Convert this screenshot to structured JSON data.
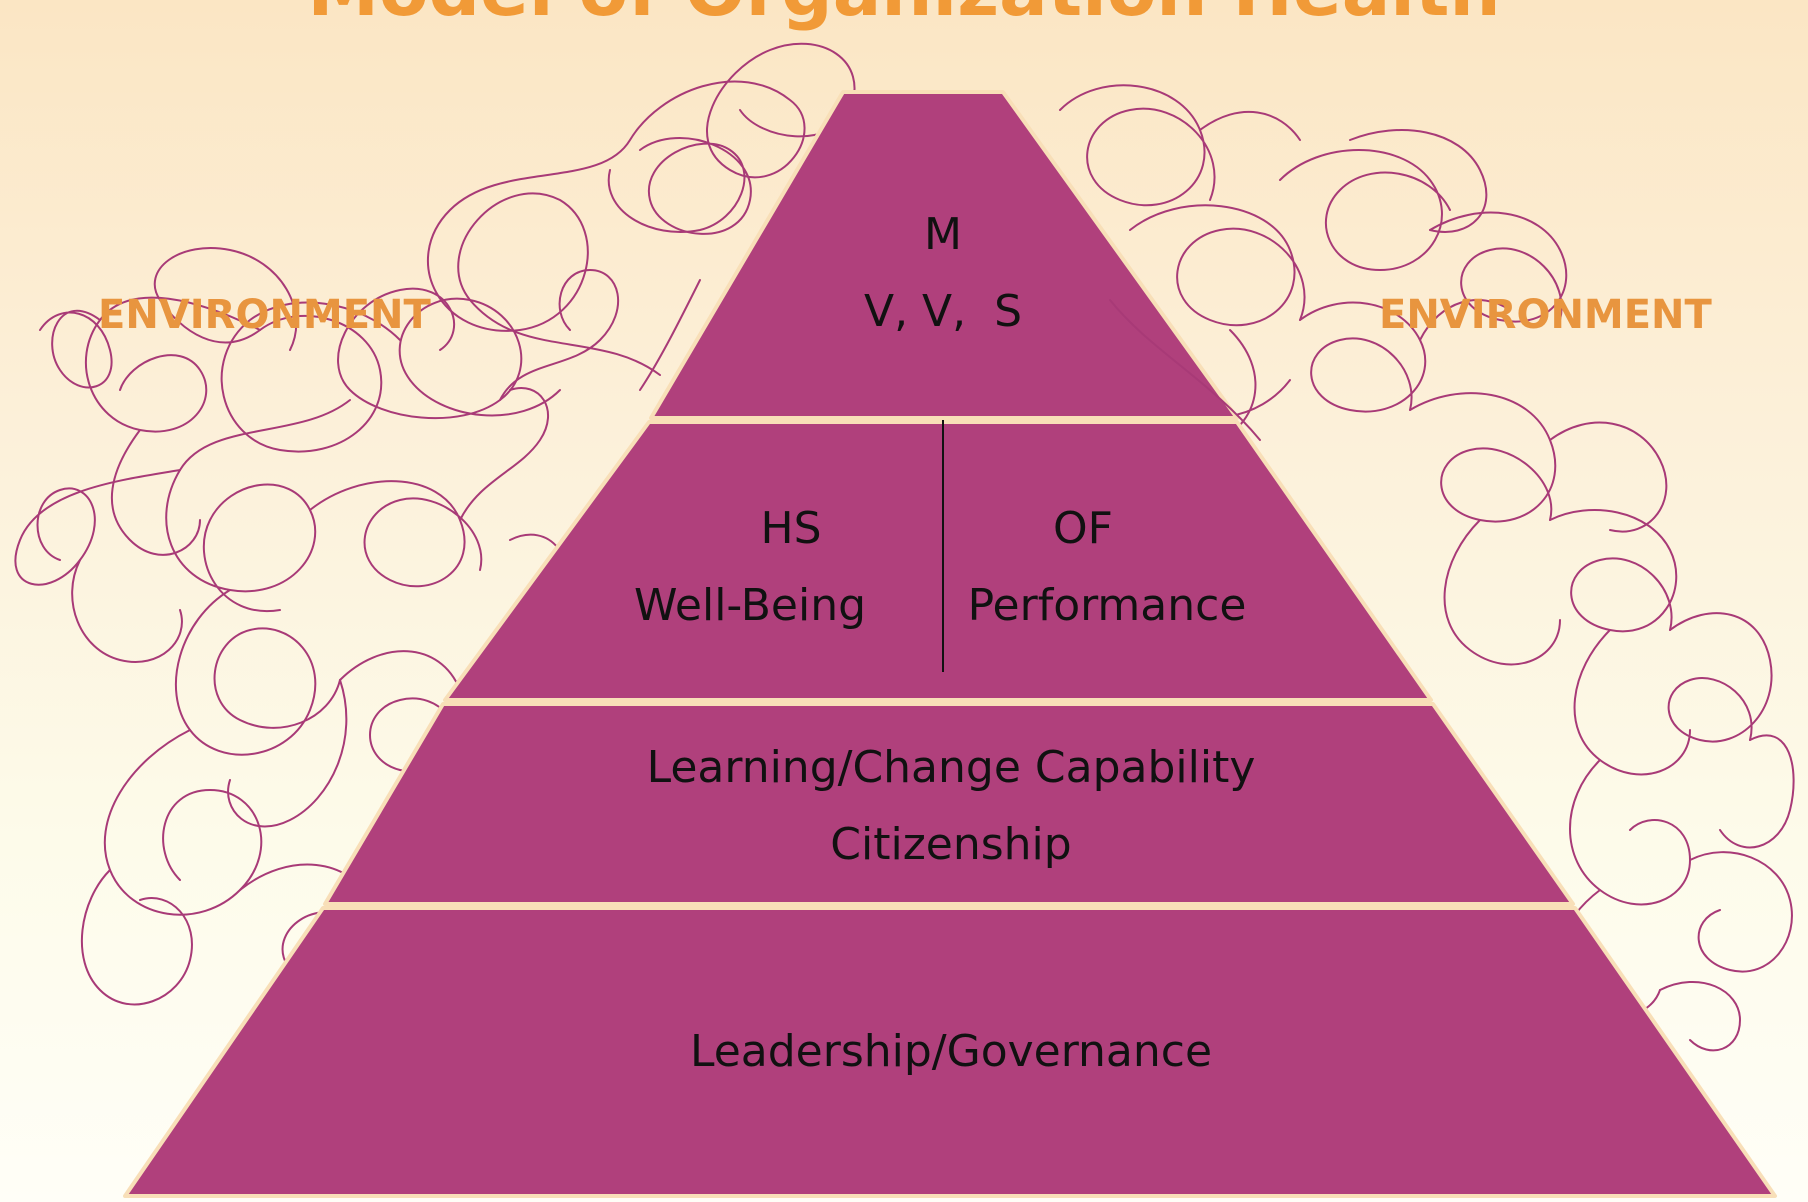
{
  "title": "Model of Organization Health",
  "environment": {
    "left_label": "ENVIRONMENT",
    "right_label": "ENVIRONMENT"
  },
  "pyramid": {
    "top": {
      "line1": "M",
      "line2": "V, V,  S"
    },
    "second": {
      "left": {
        "line1": "HS",
        "line2": "Well-Being"
      },
      "right": {
        "line1": "OF",
        "line2": "Performance"
      }
    },
    "third": {
      "line1": "Learning/Change Capability",
      "line2": "Citizenship"
    },
    "base": {
      "line1": "Leadership/Governance"
    }
  },
  "colors": {
    "tier_fill": "#b0407c",
    "tier_border": "#f8dfb8",
    "scribble": "#a83a77",
    "env_label": "#e8953f",
    "title": "#f19a37"
  }
}
